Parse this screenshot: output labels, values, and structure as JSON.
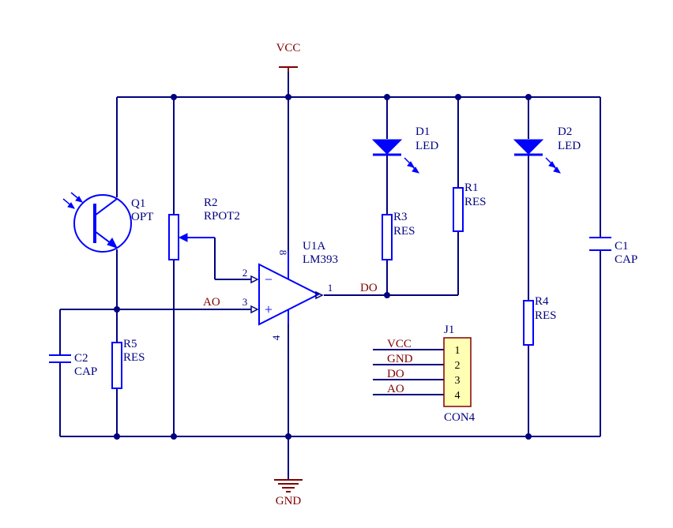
{
  "power": {
    "vcc": "VCC",
    "gnd": "GND"
  },
  "q1": {
    "ref": "Q1",
    "value": "OPT"
  },
  "r2": {
    "ref": "R2",
    "value": "RPOT2"
  },
  "u1": {
    "ref": "U1A",
    "value": "LM393",
    "pin_in_minus": "2",
    "pin_in_plus": "3",
    "pin_out": "1",
    "pin_vcc": "8",
    "pin_gnd": "4",
    "sign_minus": "−",
    "sign_plus": "+"
  },
  "d1": {
    "ref": "D1",
    "value": "LED"
  },
  "d2": {
    "ref": "D2",
    "value": "LED"
  },
  "r1": {
    "ref": "R1",
    "value": "RES"
  },
  "r3": {
    "ref": "R3",
    "value": "RES"
  },
  "r4": {
    "ref": "R4",
    "value": "RES"
  },
  "r5": {
    "ref": "R5",
    "value": "RES"
  },
  "c1": {
    "ref": "C1",
    "value": "CAP"
  },
  "c2": {
    "ref": "C2",
    "value": "CAP"
  },
  "nets": {
    "ao": "AO",
    "do": "DO"
  },
  "j1": {
    "ref": "J1",
    "value": "CON4",
    "pins": [
      "1",
      "2",
      "3",
      "4"
    ],
    "signals": [
      "VCC",
      "GND",
      "DO",
      "AO"
    ]
  }
}
